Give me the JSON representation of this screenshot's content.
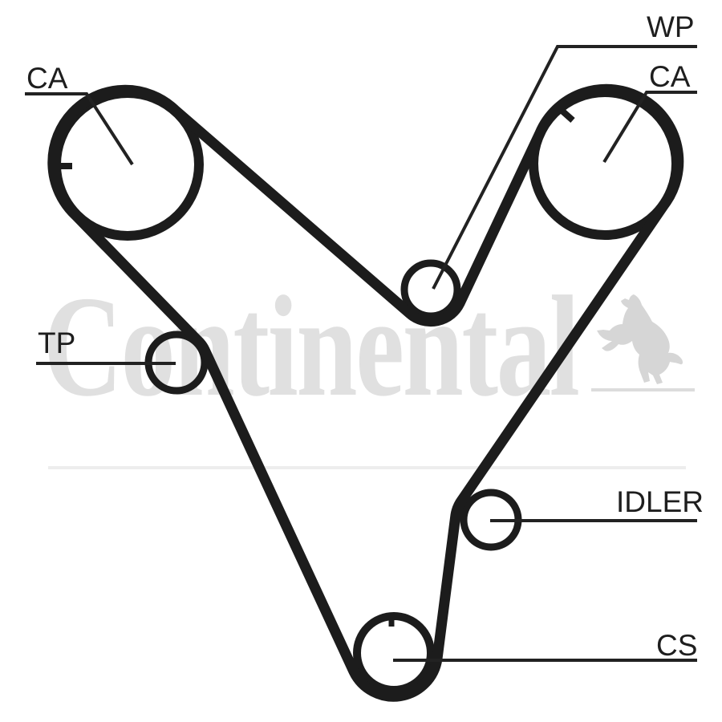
{
  "watermark": {
    "text": "Continental",
    "logo": "rearing-horse"
  },
  "pulleys": [
    {
      "id": "camshaft-left",
      "label": "CA"
    },
    {
      "id": "water-pump",
      "label": "WP"
    },
    {
      "id": "camshaft-right",
      "label": "CA"
    },
    {
      "id": "tensioner-pulley",
      "label": "TP"
    },
    {
      "id": "idler",
      "label": "IDLER"
    },
    {
      "id": "crankshaft",
      "label": "CS"
    }
  ],
  "colors": {
    "line": "#1c1c1c",
    "label_text": "#1e1e1e",
    "watermark_gray": "#e0e0e0",
    "background": "#ffffff"
  }
}
